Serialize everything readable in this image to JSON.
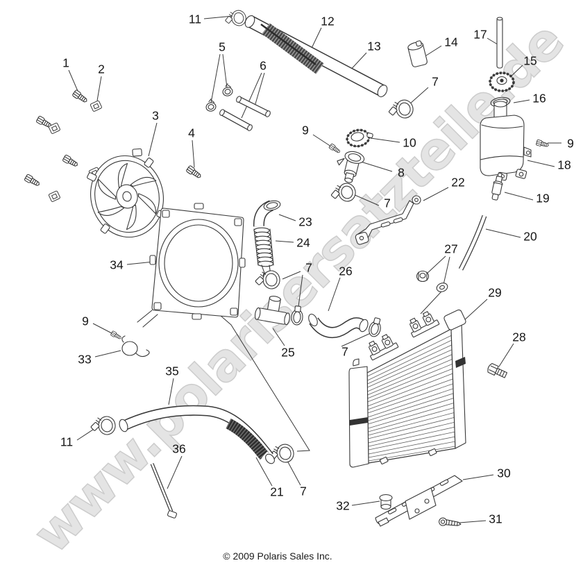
{
  "diagram": {
    "watermark": "www.polarisersatzteile.de",
    "copyright": "© 2009 Polaris Sales Inc."
  },
  "callouts": [
    {
      "num": "11"
    },
    {
      "num": "12"
    },
    {
      "num": "13"
    },
    {
      "num": "14"
    },
    {
      "num": "17"
    },
    {
      "num": "5"
    },
    {
      "num": "6"
    },
    {
      "num": "1"
    },
    {
      "num": "2"
    },
    {
      "num": "15"
    },
    {
      "num": "7"
    },
    {
      "num": "16"
    },
    {
      "num": "3"
    },
    {
      "num": "9"
    },
    {
      "num": "10"
    },
    {
      "num": "9"
    },
    {
      "num": "4"
    },
    {
      "num": "8"
    },
    {
      "num": "18"
    },
    {
      "num": "22"
    },
    {
      "num": "19"
    },
    {
      "num": "7"
    },
    {
      "num": "23"
    },
    {
      "num": "24"
    },
    {
      "num": "20"
    },
    {
      "num": "34"
    },
    {
      "num": "27"
    },
    {
      "num": "26"
    },
    {
      "num": "7"
    },
    {
      "num": "29"
    },
    {
      "num": "9"
    },
    {
      "num": "25"
    },
    {
      "num": "7"
    },
    {
      "num": "33"
    },
    {
      "num": "28"
    },
    {
      "num": "35"
    },
    {
      "num": "11"
    },
    {
      "num": "36"
    },
    {
      "num": "21"
    },
    {
      "num": "7"
    },
    {
      "num": "30"
    },
    {
      "num": "32"
    },
    {
      "num": "31"
    }
  ]
}
